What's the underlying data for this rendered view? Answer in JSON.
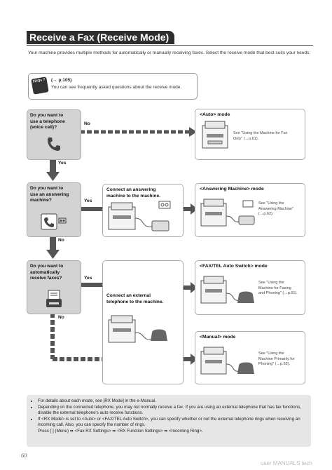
{
  "title": "Receive a Fax (Receive Mode)",
  "intro": "Your machine provides multiple methods for automatically or manually receiving faxes. Select the receive mode that best suits your needs.",
  "faq": {
    "icon_label": "FAQs ?",
    "ref": "(→ p.105)",
    "text": "You can see frequently asked questions about the receive mode."
  },
  "questions": [
    {
      "line1": "Do you want to",
      "line2": "use a telephone",
      "line3": "(voice call)?",
      "icon": "telephone-icon"
    },
    {
      "line1": "Do you want to",
      "line2": "use an answering",
      "line3": "machine?",
      "icon": "answering-machine-icon"
    },
    {
      "line1": "Do you want to",
      "line2": "automatically",
      "line3": "receive faxes?",
      "icon": "fax-document-icon"
    }
  ],
  "labels": {
    "yes": "Yes",
    "no": "No"
  },
  "connect": {
    "answering_line1": "Connect an answering",
    "answering_line2": "machine to the machine.",
    "external_line1": "Connect an external",
    "external_line2": "telephone to the machine."
  },
  "modes": [
    {
      "title": "<Auto> mode",
      "note": [
        "See \"Using the Machine for Fax",
        "Only\" (→p.61)."
      ]
    },
    {
      "title": "<Answering Machine> mode",
      "note": [
        "See \"Using the",
        "Answering Machine\"",
        "(→p.62)."
      ]
    },
    {
      "title": "<FAX/TEL Auto Switch> mode",
      "note": [
        "See \"Using the",
        "Machine for Faxing",
        "and Phoning\" (→p.61)."
      ]
    },
    {
      "title": "<Manual> mode",
      "note": [
        "See \"Using the",
        "Machine Primarily for",
        "Phoning\" (→p.62)."
      ]
    }
  ],
  "notes": [
    "For details about each mode, see [RX Mode] in the e-Manual.",
    "Depending on the connected telephone, you may not normally receive a fax. If you are using an external telephone that has fax functions, disable the external telephone's auto receive functions.",
    "If <RX Mode> is set to <Auto> or <FAX/TEL Auto Switch>, you can specify whether or not the external telephone rings when receiving an incoming call. Also, you can specify the number of rings.",
    "Press [ ] (Menu) ➡ <Fax RX Settings> ➡ <RX Function Settings> ➡ <Incoming Ring>."
  ],
  "page_number": "60",
  "watermark": "user MANUALS tech",
  "colors": {
    "title_bg": "#2e2e2e",
    "question_bg": "#d3d3d3",
    "arrow": "#555555",
    "notes_bg": "#e6e6e6"
  }
}
